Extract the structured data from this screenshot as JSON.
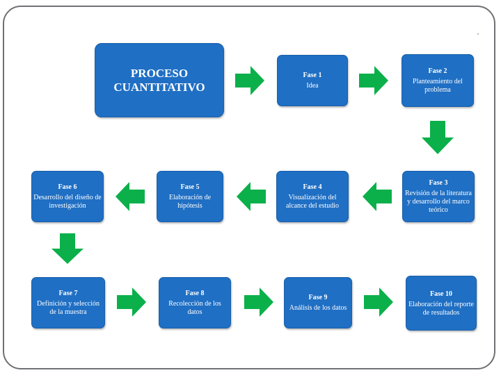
{
  "main": {
    "title": "PROCESO CUANTITATIVO"
  },
  "phases": [
    {
      "label": "Fase 1",
      "text": "Idea"
    },
    {
      "label": "Fase 2",
      "text": "Planteamiento del problema"
    },
    {
      "label": "Fase 3",
      "text": "Revisión de la literatura y desarrollo del marco teórico"
    },
    {
      "label": "Fase 4",
      "text": "Visualización del alcance del estudio"
    },
    {
      "label": "Fase 5",
      "text": "Elaboración de hipótesis"
    },
    {
      "label": "Fase 6",
      "text": "Desarrollo del diseño de investigación"
    },
    {
      "label": "Fase 7",
      "text": "Definición y selección de la muestra"
    },
    {
      "label": "Fase 8",
      "text": "Recolección de los datos"
    },
    {
      "label": "Fase 9",
      "text": "Análisis de los datos"
    },
    {
      "label": "Fase 10",
      "text": "Elaboración del reporte de resultados"
    }
  ],
  "colors": {
    "box_fill": "#1f6fc4",
    "arrow_fill": "#0bb04a",
    "frame_border": "#6f7074"
  }
}
